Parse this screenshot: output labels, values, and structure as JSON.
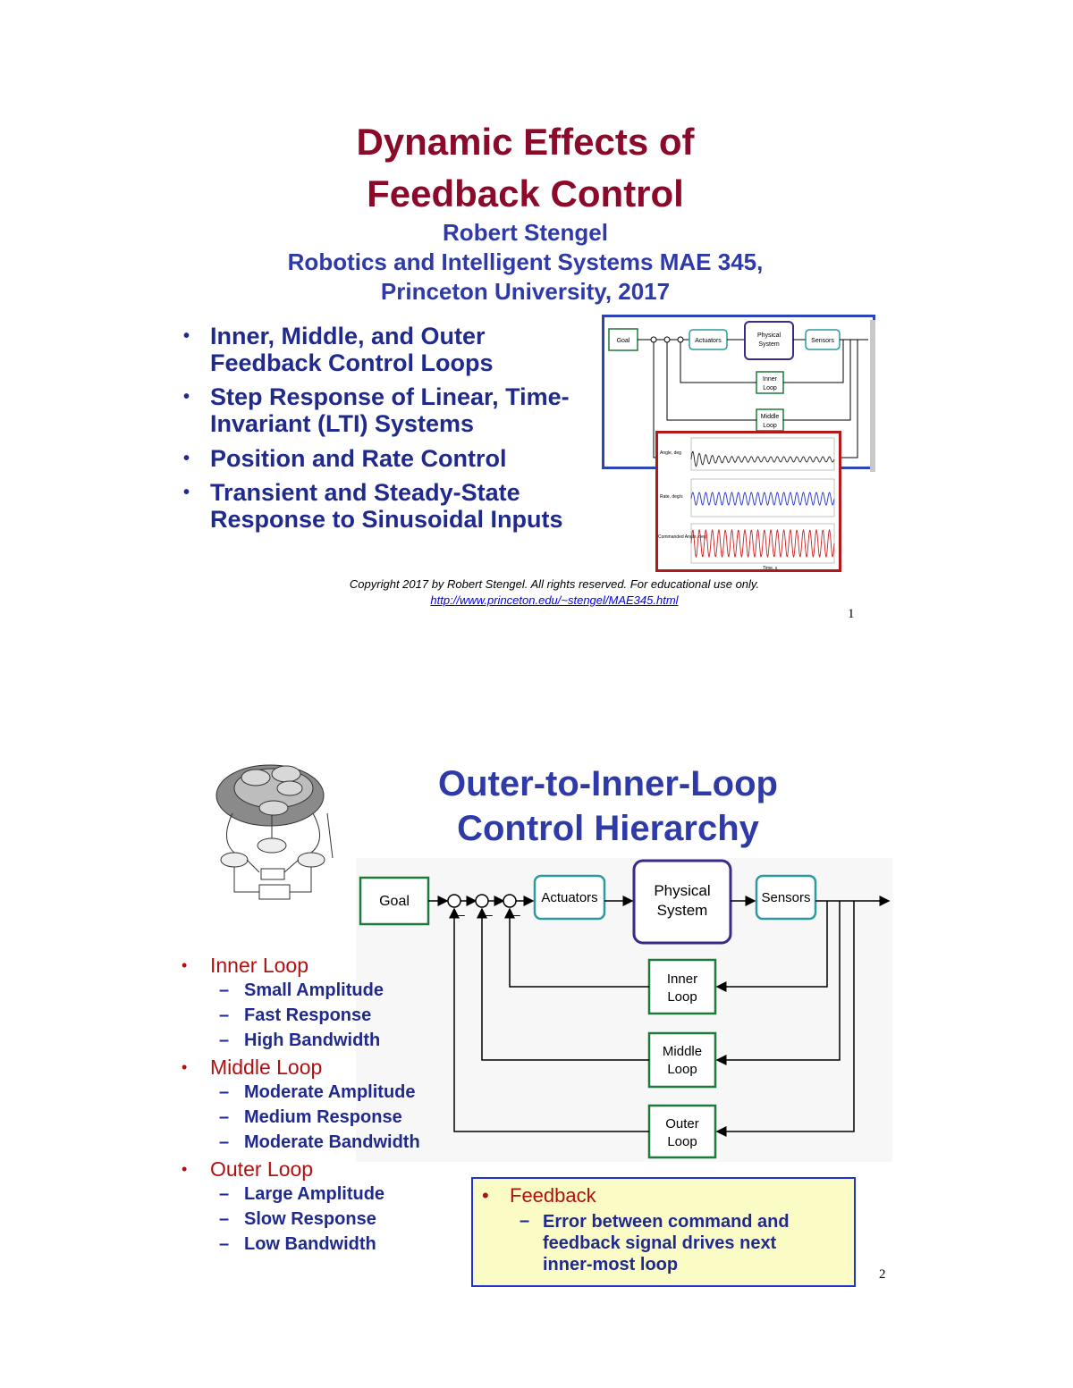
{
  "slide1": {
    "title_line1": "Dynamic Effects of",
    "title_line2": "Feedback Control",
    "author": "Robert Stengel",
    "course": "Robotics and Intelligent Systems MAE 345,",
    "institution": "Princeton University, 2017",
    "bullets": [
      {
        "line1": "Inner, Middle, and Outer",
        "line2": "Feedback Control Loops"
      },
      {
        "line1": "Step Response of Linear, Time-",
        "line2": "Invariant (LTI) Systems"
      },
      {
        "line1": "Position and Rate Control",
        "line2": ""
      },
      {
        "line1": "Transient and Steady-State",
        "line2": "Response to Sinusoidal Inputs"
      }
    ],
    "copyright": "Copyright 2017 by Robert Stengel.  All rights reserved.  For educational use only.",
    "url": "http://www.princeton.edu/~stengel/MAE345.html",
    "page_number": "1",
    "thumb_diagram": {
      "goal": "Goal",
      "actuators": "Actuators",
      "physical1": "Physical",
      "physical2": "System",
      "sensors": "Sensors",
      "inner1": "Inner",
      "inner2": "Loop",
      "middle1": "Middle",
      "middle2": "Loop"
    },
    "thumb_plot": {
      "labels": [
        "Angle, deg",
        "Rate, deg/s",
        "Commanded Angle, deg"
      ],
      "xlabel": "Time, s"
    }
  },
  "slide2": {
    "title_line1": "Outer-to-Inner-Loop",
    "title_line2": "Control Hierarchy",
    "diagram": {
      "goal": "Goal",
      "actuators": "Actuators",
      "physical_line1": "Physical",
      "physical_line2": "System",
      "sensors": "Sensors",
      "inner_line1": "Inner",
      "inner_line2": "Loop",
      "middle_line1": "Middle",
      "middle_line2": "Loop",
      "outer_line1": "Outer",
      "outer_line2": "Loop",
      "minus": "–"
    },
    "loops": [
      {
        "name": "Inner Loop",
        "items": [
          "Small Amplitude",
          "Fast Response",
          "High Bandwidth"
        ]
      },
      {
        "name": "Middle Loop",
        "items": [
          "Moderate Amplitude",
          "Medium Response",
          "Moderate Bandwidth"
        ]
      },
      {
        "name": "Outer Loop",
        "items": [
          "Large Amplitude",
          "Slow Response",
          "Low Bandwidth"
        ]
      }
    ],
    "feedback": {
      "heading": "Feedback",
      "line1": "Error between command and",
      "line2": "feedback signal drives next",
      "line3": "inner-most loop"
    },
    "page_number": "2"
  },
  "colors": {
    "title_red": "#8b0a2a",
    "blue": "#2e3aa8",
    "loop_red": "#b01010",
    "box_green": "#1e7a3a",
    "box_teal": "#2a9aa0",
    "box_purple": "#3a2a8a",
    "note_bg": "#fbfbc6"
  }
}
